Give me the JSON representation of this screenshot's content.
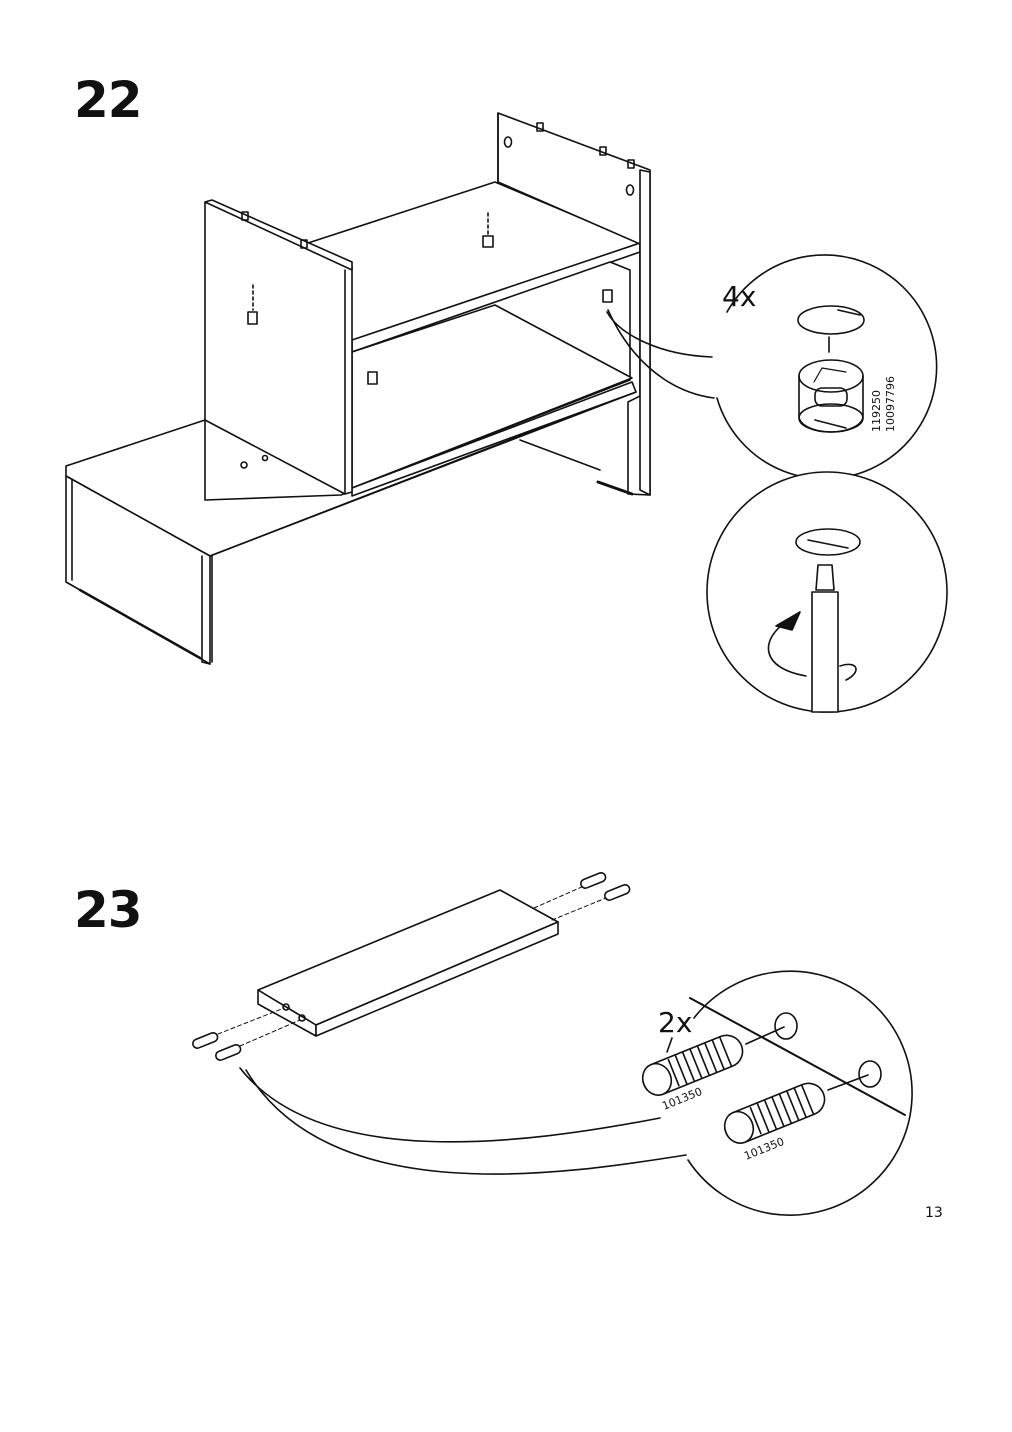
{
  "page_number": "13",
  "steps": [
    {
      "number": "22",
      "callout": {
        "quantity": "4x",
        "part_codes": [
          "119250",
          "10097796"
        ]
      }
    },
    {
      "number": "23",
      "callout": {
        "quantity": "2x",
        "part_codes": [
          "101350",
          "101350"
        ]
      }
    }
  ]
}
